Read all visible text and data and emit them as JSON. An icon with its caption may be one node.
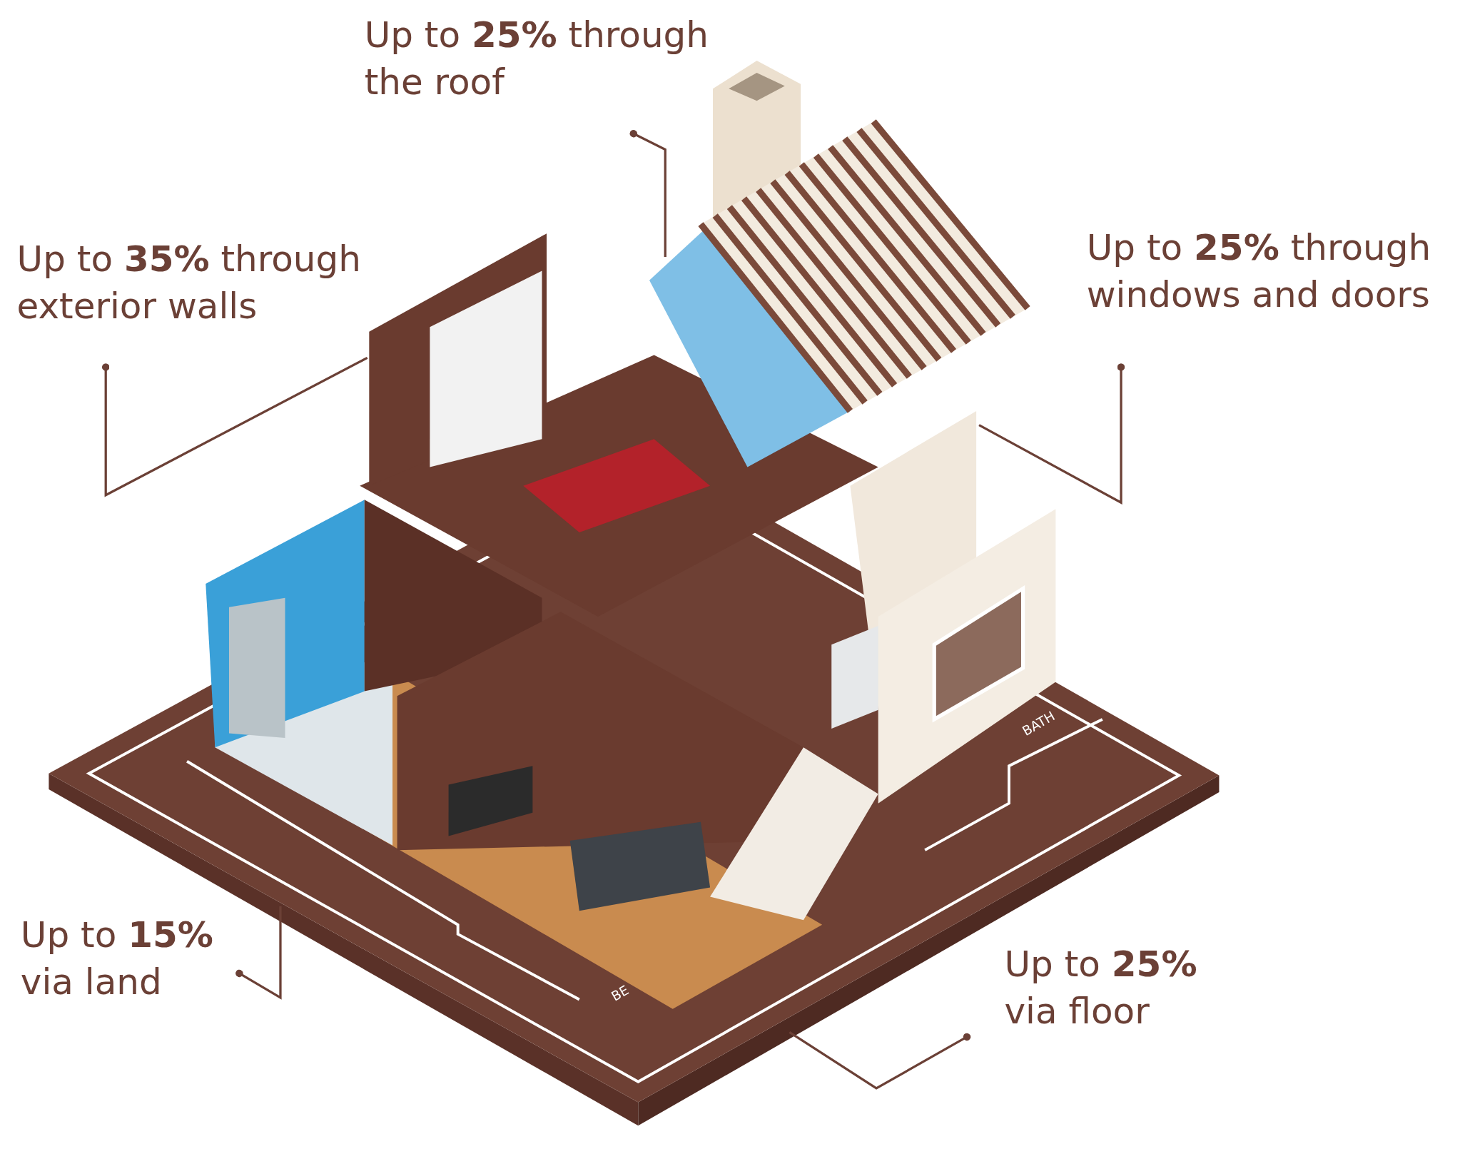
{
  "diagram": {
    "nodes": [
      {
        "text": [
          "Up to **25%** through the roof"
        ]
      },
      {
        "text": [
          "Up to **35%** through exterior walls"
        ]
      },
      {
        "text": [
          "Up to **25%** through windows and doors"
        ]
      },
      {
        "text": [
          "Up to **15%** via land"
        ]
      },
      {
        "text": [
          "Up to **25%** via floor"
        ]
      }
    ],
    "edges": [
      {
        "from": 0,
        "to": null,
        "arrow": "other"
      },
      {
        "from": 1,
        "to": null,
        "arrow": "other"
      },
      {
        "from": 2,
        "to": null,
        "arrow": "other"
      },
      {
        "from": 3,
        "to": null,
        "arrow": "other"
      },
      {
        "from": 4,
        "to": null,
        "arrow": "other"
      }
    ],
    "labels": [
      "BATH",
      "BE"
    ]
  }
}
